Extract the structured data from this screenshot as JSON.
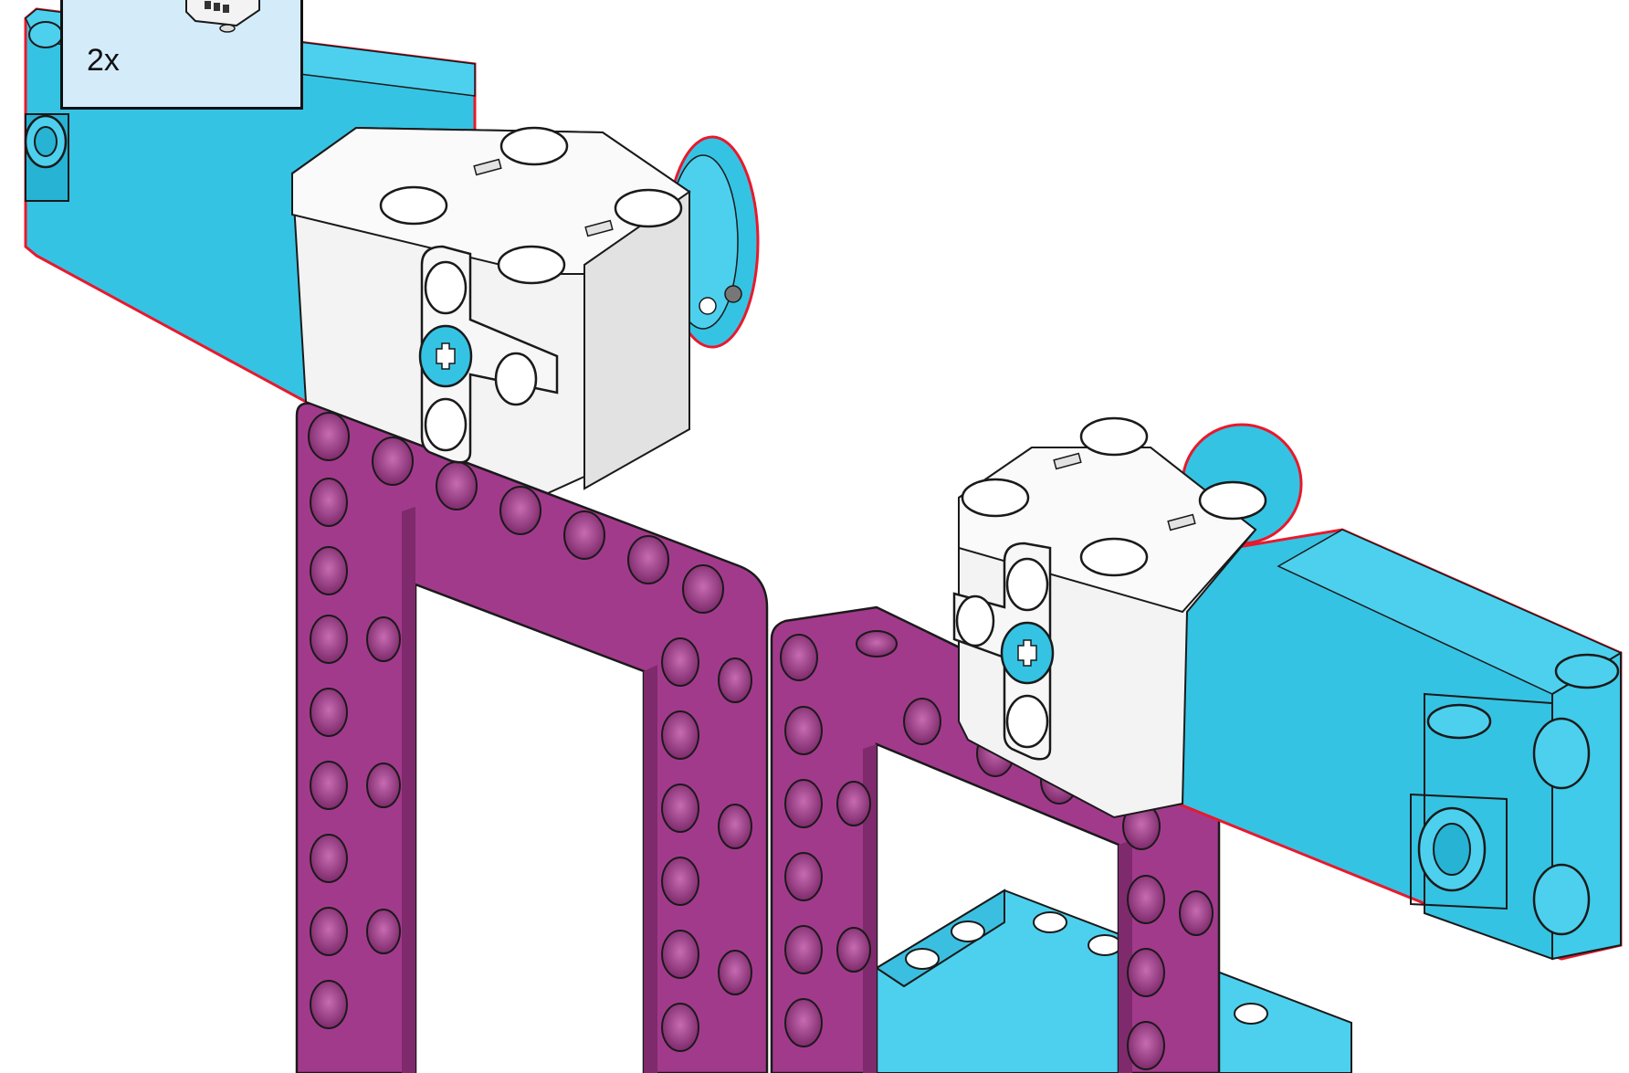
{
  "callout": {
    "quantity": "2x"
  },
  "colors": {
    "motor_blue": "#35c3e3",
    "motor_blue_dark": "#27b3d3",
    "motor_white": "#f3f3f3",
    "frame_magenta": "#a23a8c",
    "frame_magenta_dark": "#7e2a6c",
    "beam_blue": "#4dd0ee",
    "outline_red": "#e8192c"
  },
  "parts": [
    {
      "name": "medium-motor",
      "color": "blue-white",
      "count": 2
    },
    {
      "name": "open-frame",
      "color": "magenta",
      "count": 2
    },
    {
      "name": "beam-frame",
      "color": "blue",
      "count": 1
    }
  ]
}
